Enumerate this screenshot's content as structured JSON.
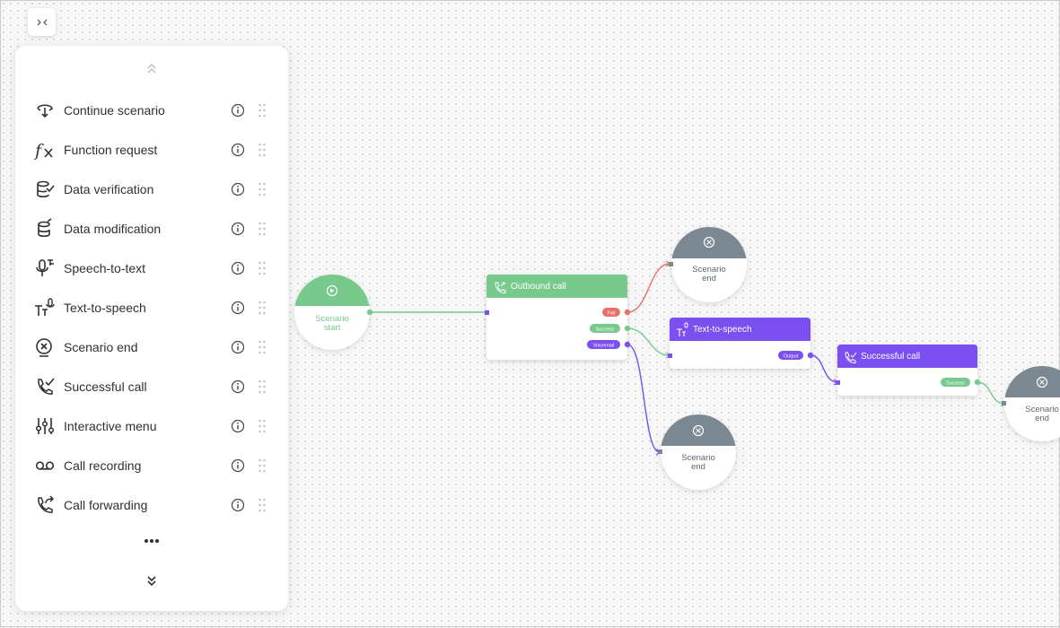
{
  "sidebar": {
    "items": [
      {
        "label": "Continue scenario",
        "icon": "continue-scenario-icon"
      },
      {
        "label": "Function request",
        "icon": "function-icon"
      },
      {
        "label": "Data verification",
        "icon": "database-check-icon"
      },
      {
        "label": "Data modification",
        "icon": "database-edit-icon"
      },
      {
        "label": "Speech-to-text",
        "icon": "microphone-text-icon"
      },
      {
        "label": "Text-to-speech",
        "icon": "text-speech-icon"
      },
      {
        "label": "Scenario end",
        "icon": "close-circle-icon"
      },
      {
        "label": "Successful call",
        "icon": "phone-check-icon"
      },
      {
        "label": "Interactive menu",
        "icon": "sliders-icon"
      },
      {
        "label": "Call recording",
        "icon": "voicemail-icon"
      },
      {
        "label": "Call forwarding",
        "icon": "phone-forward-icon"
      }
    ]
  },
  "nodes": {
    "start": {
      "line1": "Scenario",
      "line2": "start"
    },
    "outbound": {
      "title": "Outbound call",
      "ports": [
        "Fail",
        "Success",
        "Voicemail"
      ]
    },
    "end_top": {
      "line1": "Scenario",
      "line2": "end"
    },
    "tts": {
      "title": "Text-to-speech",
      "ports": [
        "Output"
      ]
    },
    "success": {
      "title": "Successful call",
      "ports": [
        "Success"
      ]
    },
    "end_bottom": {
      "line1": "Scenario",
      "line2": "end"
    },
    "end_right": {
      "line1": "Scenario",
      "line2": "end"
    }
  },
  "colors": {
    "green": "#77c98c",
    "purple": "#7b4ff0",
    "red": "#e8706a",
    "gray_node": "#7b8791",
    "text_gray": "#5d6770"
  }
}
